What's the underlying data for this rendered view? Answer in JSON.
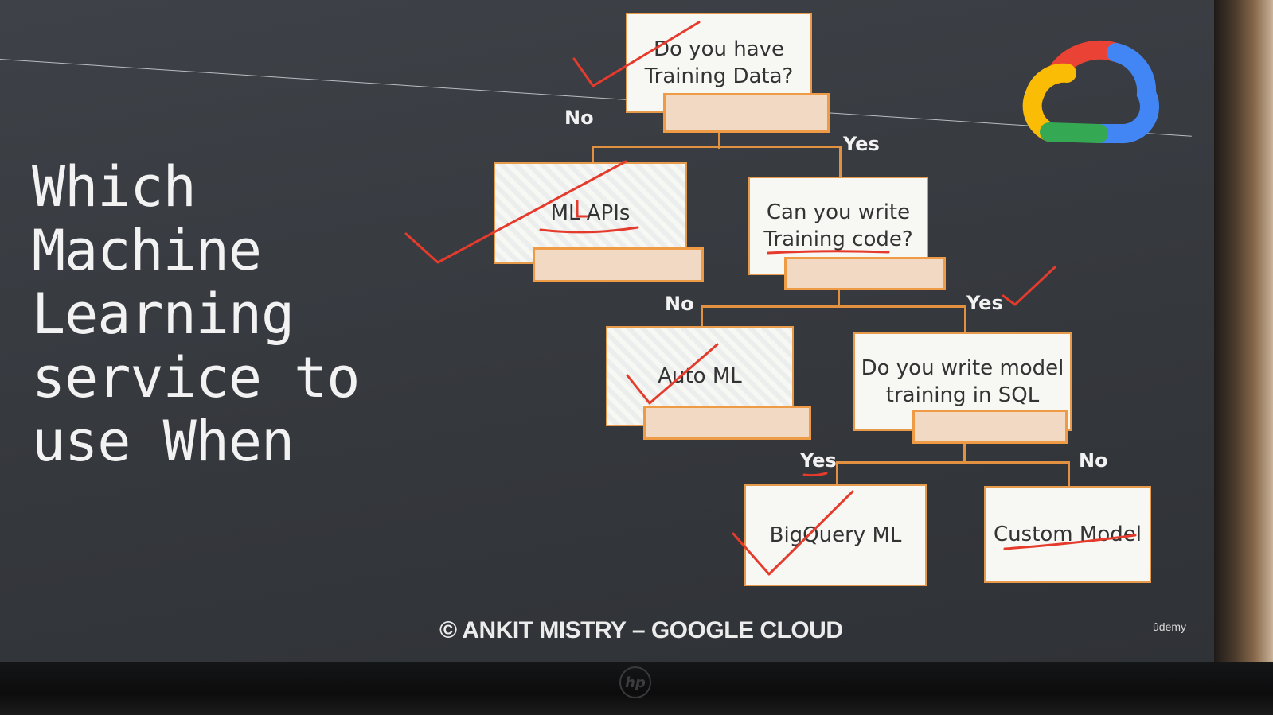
{
  "slide": {
    "title_lines": [
      "Which",
      "Machine",
      "Learning",
      "service to",
      "use When"
    ],
    "footer": "© ANKIT MISTRY – GOOGLE CLOUD",
    "watermark": "ûdemy"
  },
  "flowchart": {
    "q_training_data": {
      "line1": "Do you have",
      "line2": "Training Data?"
    },
    "ml_apis": "ML APIs",
    "q_training_code": {
      "line1": "Can you write",
      "line2": "Training code?"
    },
    "auto_ml": "Auto ML",
    "q_sql": {
      "line1": "Do you write model",
      "line2": "training in SQL"
    },
    "bigquery_ml": "BigQuery ML",
    "custom_model": "Custom Model",
    "branches": {
      "no_1": "No",
      "yes_1": "Yes",
      "no_2": "No",
      "yes_2": "Yes",
      "yes_3": "Yes",
      "no_3": "No"
    }
  },
  "colors": {
    "box_border": "#e89a4b",
    "connector": "#e1913f",
    "annotation_red": "#e53b2c",
    "cloud_red": "#ea4335",
    "cloud_blue": "#4285f4",
    "cloud_yellow": "#fbbc05",
    "cloud_green": "#34a853"
  },
  "icons": [
    "google-cloud-icon",
    "hp-logo-icon",
    "checkmark-icon"
  ]
}
